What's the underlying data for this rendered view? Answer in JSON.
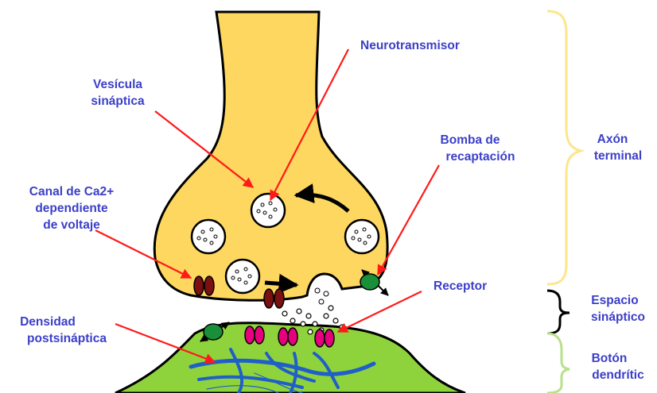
{
  "labels": {
    "neurotransmisor": "Neurotransmisor",
    "vesicula": [
      "Vesícula",
      "sináptica"
    ],
    "bomba": [
      "Bomba de",
      "recaptación"
    ],
    "canal": [
      "Canal de Ca2+",
      "dependiente",
      "de voltaje"
    ],
    "receptor": "Receptor",
    "densidad": [
      "Densidad",
      "postsináptica"
    ],
    "axon": [
      "Axón",
      "terminal"
    ],
    "espacio": [
      "Espacio",
      "sináptico"
    ],
    "boton": [
      "Botón",
      "dendrític"
    ]
  },
  "colors": {
    "axon_fill": "#fdd75f",
    "dendrite_fill": "#8fd33c",
    "label_text": "#3b3fc8",
    "pointer_arrow": "#ff1a1a",
    "brace_axon": "#fde68a",
    "brace_espacio": "#000000",
    "brace_boton": "#b9e08a",
    "calcium_channel": "#7a1010",
    "receptor": "#e6007e",
    "reuptake_pump": "#1a8f3a",
    "postsynaptic_density": "#1f5fc8"
  }
}
